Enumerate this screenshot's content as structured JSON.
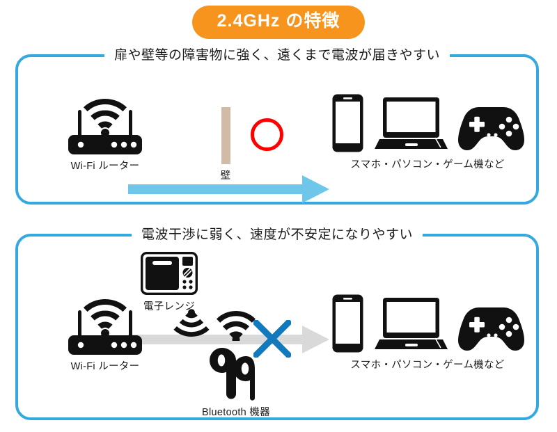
{
  "title": {
    "text": "2.4GHz の特徴",
    "pill_color": "#F7941E",
    "text_color": "#FFFFFF"
  },
  "theme": {
    "panel_border": "#35A8DF",
    "beam_good": "#6EC6E8",
    "beam_blocked": "#D9D9D9",
    "wall": "#C9B29B",
    "ok_mark": "#FF0000",
    "x_mark": "#1179BC",
    "icon": "#111111",
    "background": "#FFFFFF"
  },
  "panels": [
    {
      "id": "advantage",
      "heading": "扉や壁等の障害物に強く、遠くまで電波が届きやすい",
      "source": {
        "icon": "wifi-router-icon",
        "label": "Wi-Fi ルーター"
      },
      "obstacle": {
        "icon": "wall-icon",
        "label": "壁"
      },
      "result_mark": "ok-circle-icon",
      "beam": "arrow-right-cyan",
      "targets": {
        "icons": [
          "smartphone-icon",
          "laptop-icon",
          "gamepad-icon"
        ],
        "label": "スマホ・パソコン・ゲーム機など"
      }
    },
    {
      "id": "disadvantage",
      "heading": "電波干渉に弱く、速度が不安定になりやすい",
      "source": {
        "icon": "wifi-router-icon",
        "label": "Wi-Fi ルーター"
      },
      "interference": [
        {
          "icon": "microwave-oven-icon",
          "label": "電子レンジ"
        },
        {
          "icon": "earbuds-icon",
          "label": "Bluetooth 機器"
        }
      ],
      "result_mark": "x-mark-icon",
      "beam": "arrow-right-gray",
      "targets": {
        "icons": [
          "smartphone-icon",
          "laptop-icon",
          "gamepad-icon"
        ],
        "label": "スマホ・パソコン・ゲーム機など"
      }
    }
  ]
}
